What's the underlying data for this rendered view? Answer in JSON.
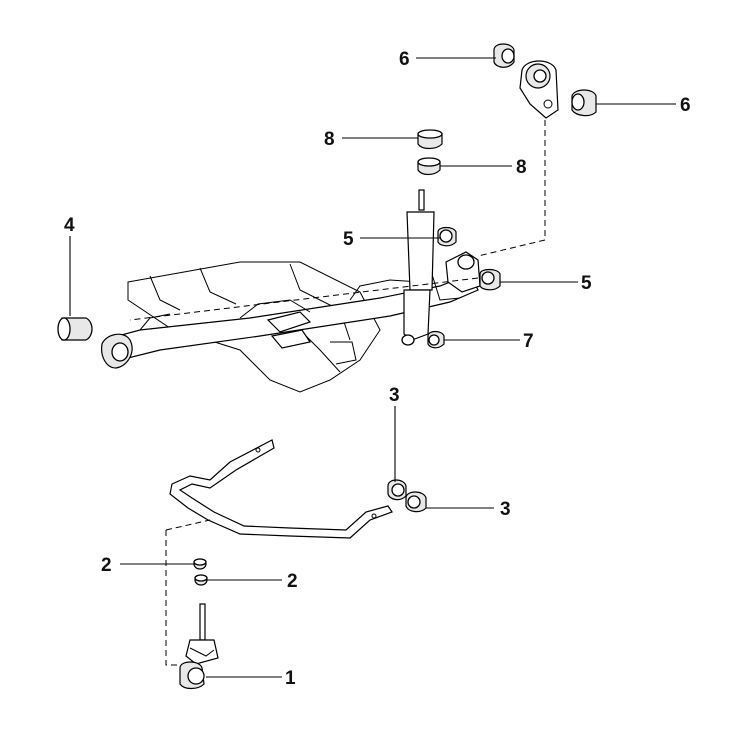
{
  "diagram": {
    "callouts": [
      {
        "id": "c1",
        "number": "1"
      },
      {
        "id": "c2a",
        "number": "2"
      },
      {
        "id": "c2b",
        "number": "2"
      },
      {
        "id": "c3a",
        "number": "3"
      },
      {
        "id": "c3b",
        "number": "3"
      },
      {
        "id": "c4",
        "number": "4"
      },
      {
        "id": "c5a",
        "number": "5"
      },
      {
        "id": "c5b",
        "number": "5"
      },
      {
        "id": "c6a",
        "number": "6"
      },
      {
        "id": "c6b",
        "number": "6"
      },
      {
        "id": "c7",
        "number": "7"
      },
      {
        "id": "c8a",
        "number": "8"
      },
      {
        "id": "c8b",
        "number": "8"
      }
    ]
  }
}
